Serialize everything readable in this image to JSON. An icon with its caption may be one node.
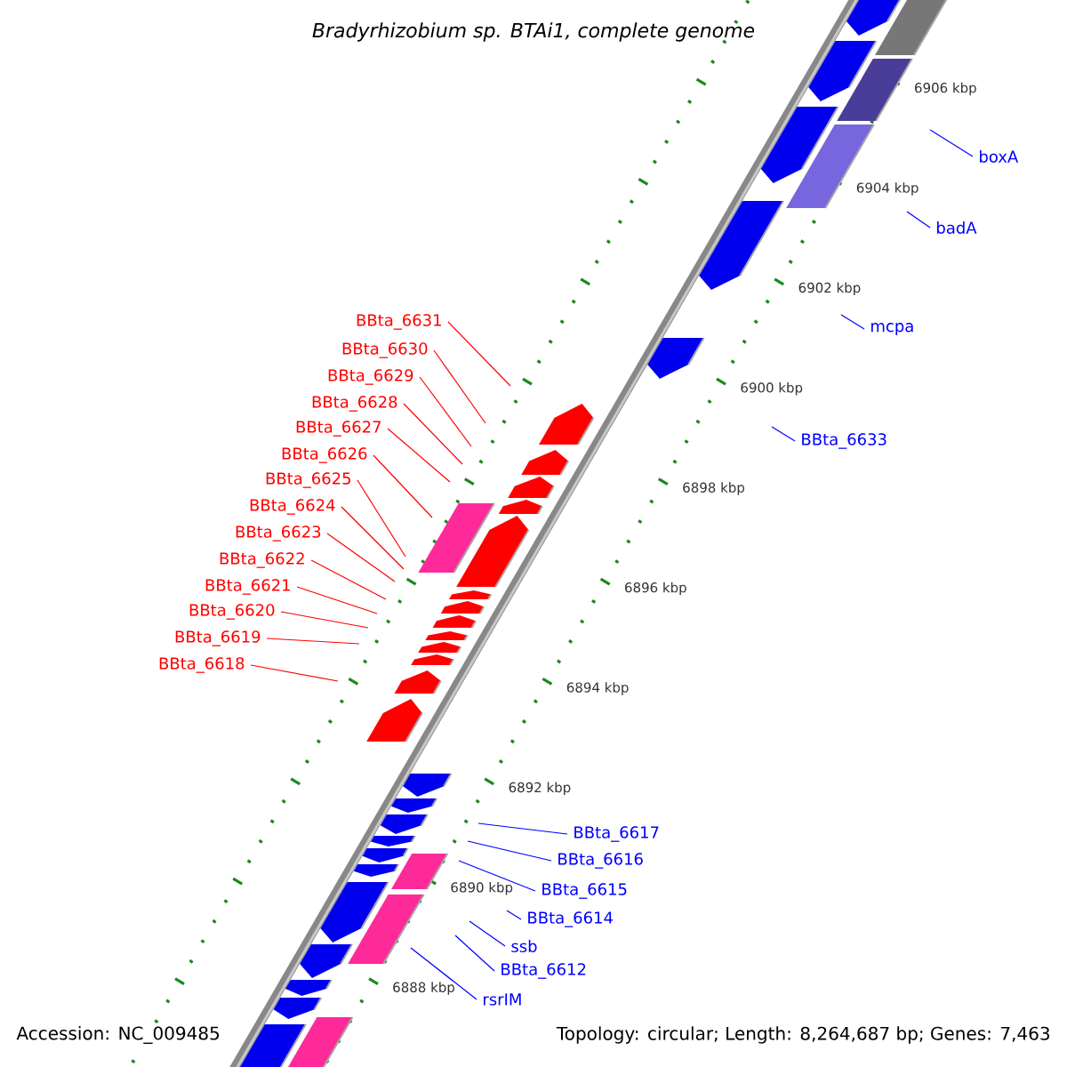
{
  "diagram": {
    "title": "*Bradyrhizobium* *sp.* *BTAi1, complete genome*",
    "nodes": [
      {
        "text": [
          "boxA"
        ]
      },
      {
        "text": [
          "badA"
        ]
      },
      {
        "text": [
          "mcpa"
        ]
      },
      {
        "text": [
          "BBta_6633"
        ]
      },
      {
        "text": [
          "BBta_6631"
        ]
      },
      {
        "text": [
          "BBta_6630"
        ]
      },
      {
        "text": [
          "BBta_6629"
        ]
      },
      {
        "text": [
          "BBta_6628"
        ]
      },
      {
        "text": [
          "BBta_6627"
        ]
      },
      {
        "text": [
          "BBta_6626"
        ]
      },
      {
        "text": [
          "BBta_6625"
        ]
      },
      {
        "text": [
          "BBta_6624"
        ]
      },
      {
        "text": [
          "BBta_6623"
        ]
      },
      {
        "text": [
          "BBta_6622"
        ]
      },
      {
        "text": [
          "BBta_6621"
        ]
      },
      {
        "text": [
          "BBta_6620"
        ]
      },
      {
        "text": [
          "BBta_6619"
        ]
      },
      {
        "text": [
          "BBta_6618"
        ]
      },
      {
        "text": [
          "BBta_6617"
        ]
      },
      {
        "text": [
          "BBta_6616"
        ]
      },
      {
        "text": [
          "BBta_6615"
        ]
      },
      {
        "text": [
          "BBta_6614"
        ]
      },
      {
        "text": [
          "ssb"
        ]
      },
      {
        "text": [
          "BBta_6612"
        ]
      },
      {
        "text": [
          "rsrIM"
        ]
      }
    ],
    "edges": [
      {
        "from": 0,
        "to": null,
        "arrow": "none",
        "color": "#0000ff"
      },
      {
        "from": 1,
        "to": null,
        "arrow": "none",
        "color": "#0000ff"
      },
      {
        "from": 2,
        "to": null,
        "arrow": "none",
        "color": "#0000ff"
      },
      {
        "from": 3,
        "to": null,
        "arrow": "none",
        "color": "#0000ff"
      },
      {
        "from": 4,
        "to": null,
        "arrow": "none"
      },
      {
        "from": 5,
        "to": null,
        "arrow": "none"
      },
      {
        "from": 6,
        "to": null,
        "arrow": "none"
      },
      {
        "from": 7,
        "to": null,
        "arrow": "none"
      },
      {
        "from": 8,
        "to": null,
        "arrow": "none"
      },
      {
        "from": 9,
        "to": null,
        "arrow": "none"
      },
      {
        "from": 10,
        "to": null,
        "arrow": "none"
      },
      {
        "from": 11,
        "to": null,
        "arrow": "none"
      },
      {
        "from": 12,
        "to": null,
        "arrow": "none"
      },
      {
        "from": 13,
        "to": null,
        "arrow": "none"
      },
      {
        "from": 14,
        "to": null,
        "arrow": "none"
      },
      {
        "from": 15,
        "to": null,
        "arrow": "none"
      },
      {
        "from": 16,
        "to": null,
        "arrow": "none"
      },
      {
        "from": 17,
        "to": null,
        "arrow": "none"
      },
      {
        "from": 18,
        "to": null,
        "arrow": "none",
        "color": "#0000ff"
      },
      {
        "from": 19,
        "to": null,
        "arrow": "none",
        "color": "#0000ff"
      },
      {
        "from": 20,
        "to": null,
        "arrow": "none",
        "color": "#0000ff"
      },
      {
        "from": 21,
        "to": null,
        "arrow": "none",
        "color": "#0000ff"
      },
      {
        "from": 22,
        "to": null,
        "arrow": "none",
        "color": "#0000ff"
      },
      {
        "from": 23,
        "to": null,
        "arrow": "none",
        "color": "#0000ff"
      },
      {
        "from": 24,
        "to": null,
        "arrow": "none",
        "color": "#0000ff"
      }
    ],
    "labels": [
      "6906 kbp",
      "6904 kbp",
      "6902 kbp",
      "6900 kbp",
      "6898 kbp",
      "6896 kbp",
      "6894 kbp",
      "6892 kbp",
      "6890 kbp",
      "6888 kbp",
      "Accession: NC_009485",
      "Topology: circular; Length: 8,264,687 bp; Genes: 7,463"
    ]
  }
}
